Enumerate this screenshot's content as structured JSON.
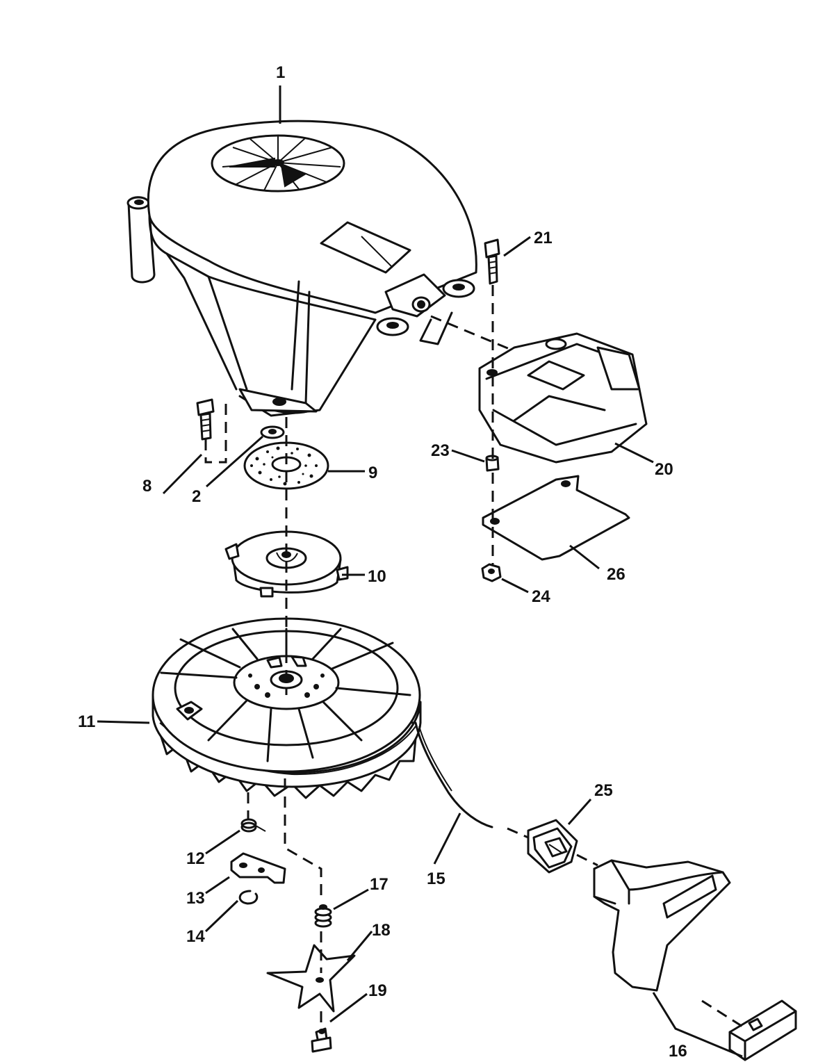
{
  "callouts": {
    "p1": "1",
    "p2": "2",
    "p8": "8",
    "p9": "9",
    "p10": "10",
    "p11": "11",
    "p12": "12",
    "p13": "13",
    "p14": "14",
    "p15": "15",
    "p16": "16",
    "p17": "17",
    "p18": "18",
    "p19": "19",
    "p20": "20",
    "p21": "21",
    "p23": "23",
    "p24": "24",
    "p25": "25",
    "p26": "26"
  }
}
